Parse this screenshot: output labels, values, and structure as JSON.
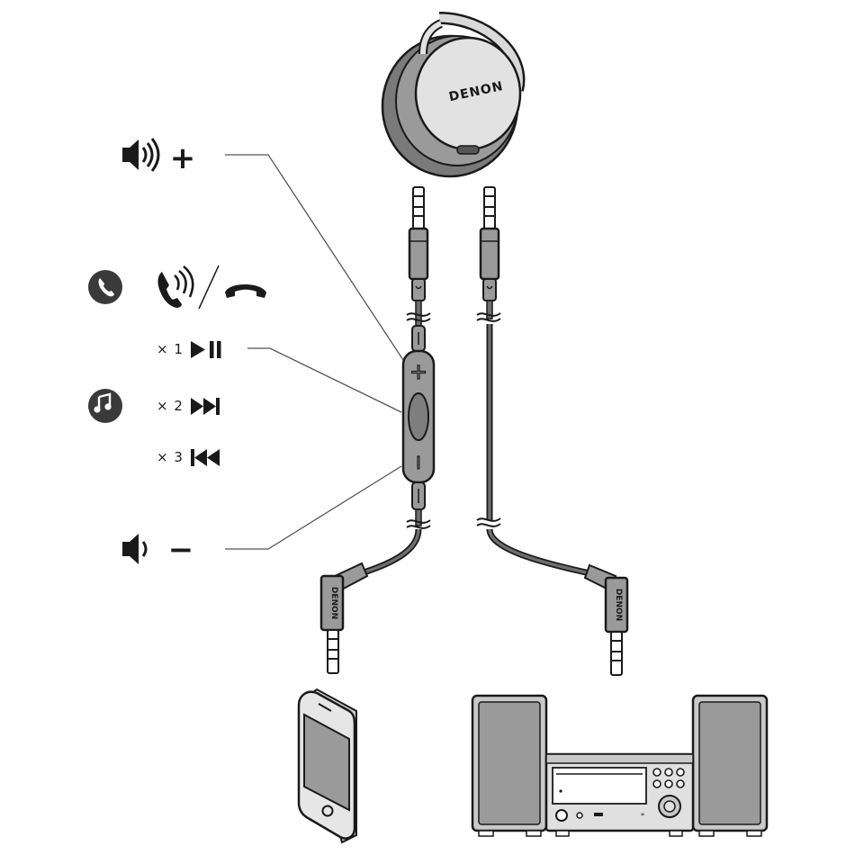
{
  "brand": "DENON",
  "volume_up": {
    "symbol": "+",
    "icon": "speaker-loud-icon"
  },
  "volume_down": {
    "symbol": "−",
    "icon": "speaker-quiet-icon"
  },
  "call": {
    "icon": "phone-icon",
    "answer_icon": "phone-ringing-icon",
    "end_icon": "hang-up-icon"
  },
  "music": {
    "icon": "music-note-icon",
    "actions": [
      {
        "count": "× 1",
        "icon": "play-pause-icon"
      },
      {
        "count": "× 2",
        "icon": "next-track-icon"
      },
      {
        "count": "× 3",
        "icon": "previous-track-icon"
      }
    ]
  },
  "remote": {
    "plus": "+",
    "minus": "−"
  },
  "colors": {
    "ink": "#1a1a1a",
    "cable": "#6e6e6e",
    "panel": "#9a9a9a",
    "light": "#d9d9d9"
  }
}
